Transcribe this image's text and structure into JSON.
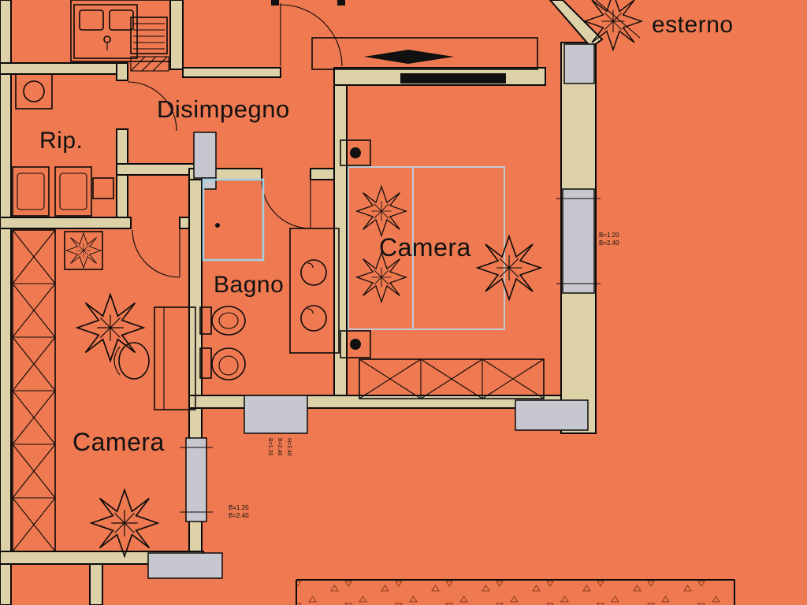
{
  "colors": {
    "background": "#ef7950",
    "wall": "#ddd1a8",
    "window": "#c7c7cf",
    "line": "#0a0a0a",
    "shower": "#9fd2e4",
    "bed_outline": "#bfcbd4",
    "terrace_hatch": "#8a3a1a"
  },
  "rooms": {
    "rip": "Rip.",
    "disimpegno": "Disimpegno",
    "bagno": "Bagno",
    "camera_right": "Camera",
    "camera_left": "Camera",
    "esterno": "esterno"
  },
  "annotations": {
    "win_right_1": "B=1.20",
    "win_right_2": "B=2.40",
    "win_left_1": "B=1.20",
    "win_left_2": "B=2.40",
    "door_1": "B=1.20",
    "door_2": "B=2.40",
    "door_3": "H=2.40"
  }
}
